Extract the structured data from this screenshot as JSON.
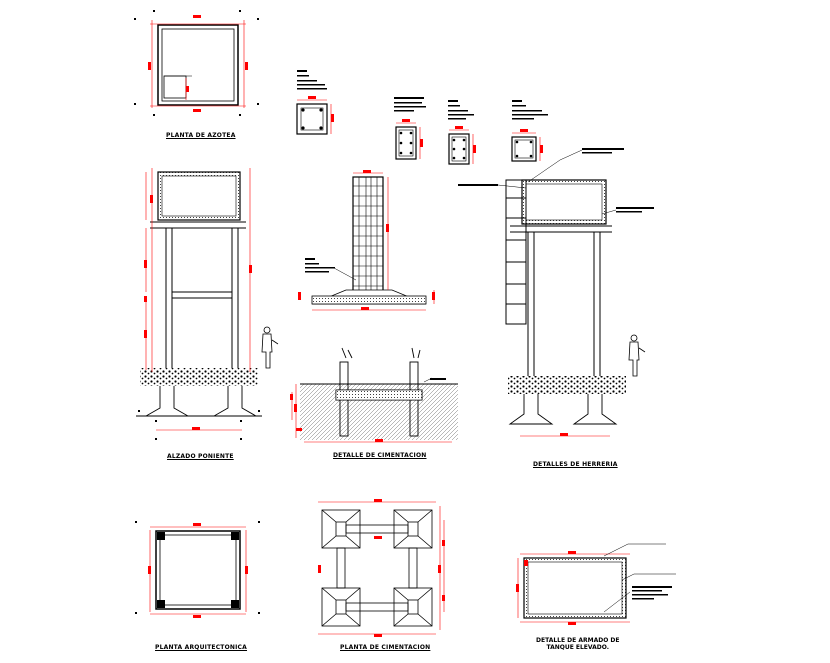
{
  "drawing": {
    "colors": {
      "line": "#000000",
      "dimension": "#ff0000",
      "paper": "#ffffff"
    },
    "titles": {
      "roof_plan": "PLANTA DE AZOTEA",
      "west_elevation": "ALZADO PONIENTE",
      "foundation_detail": "DETALLE DE CIMENTACION",
      "structure_details": "DETALLES DE HERRERIA",
      "architectural_plan": "PLANTA ARQUITECTONICA",
      "foundation_plan": "PLANTA DE CIMENTACION",
      "tank_frame_detail_line1": "DETALLE DE ARMADO DE",
      "tank_frame_detail_line2": "TANQUE ELEVADO."
    }
  }
}
